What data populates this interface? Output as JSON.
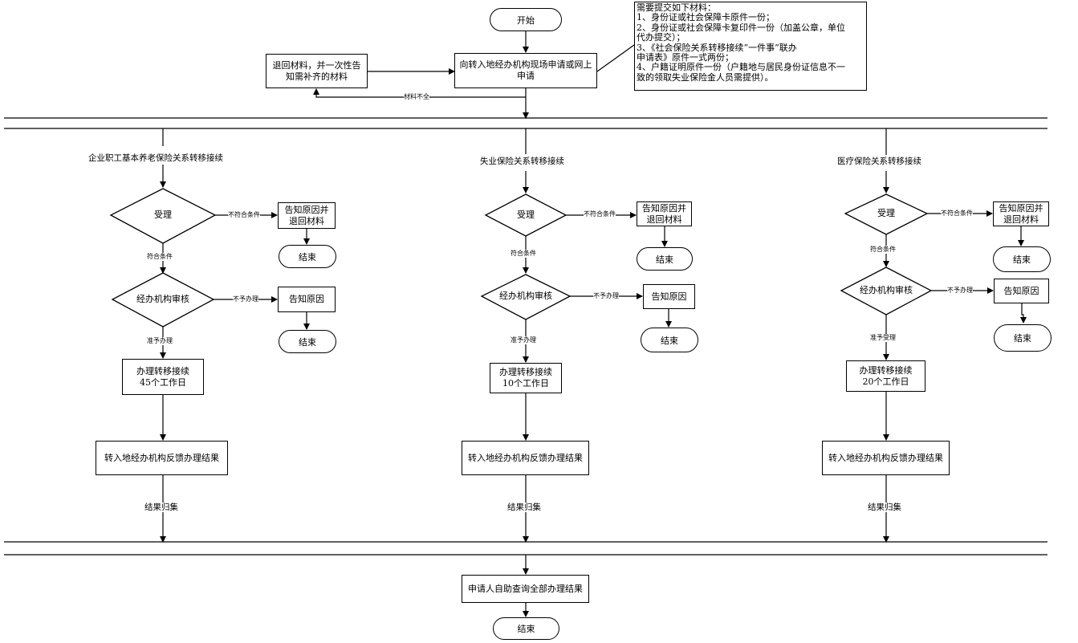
{
  "top": {
    "start": "开始",
    "apply": "向转入地经办机构现场申请或网上\n申请",
    "return_materials": "退回材料，并一次性告\n知需补齐的材料",
    "incomplete": "材料不全",
    "note_lines": [
      "需要提交如下材料：",
      "1、身份证或社会保障卡原件一份；",
      "2、身份证或社会保障卡复印件一份（加盖公章，单位",
      "代办提交）；",
      "3、《社会保险关系转移接续“一件事”联办",
      "申请表》原件一式两份；",
      "4、户籍证明原件一份（户籍地与居民身份证信息不一",
      "致的领取失业保险金人员需提供）。"
    ]
  },
  "columns": [
    {
      "title": "企业职工基本养老保险关系转移接续",
      "accept": "受理",
      "not_meet": "不符合条件",
      "notify_return": "告知原因并\n退回材料",
      "end1": "结束",
      "meet": "符合条件",
      "review": "经办机构审核",
      "not_handle": "不予办理",
      "notify": "告知原因",
      "end2": "结束",
      "approve": "准予办理",
      "process": "办理转移接续\n45个工作日",
      "feedback": "转入地经办机构反馈办理结果",
      "collect": "结果归集"
    },
    {
      "title": "失业保险关系转移接续",
      "accept": "受理",
      "not_meet": "不符合条件",
      "notify_return": "告知原因并\n退回材料",
      "end1": "结束",
      "meet": "符合条件",
      "review": "经办机构审核",
      "not_handle": "不予办理",
      "notify": "告知原因",
      "end2": "结束",
      "approve": "准予办理",
      "process": "办理转移接续\n10个工作日",
      "feedback": "转入地经办机构反馈办理结果",
      "collect": "结果归集"
    },
    {
      "title": "医疗保险关系转移接续",
      "accept": "受理",
      "not_meet": "不符合条件",
      "notify_return": "告知原因并\n退回材料",
      "end1": "结束",
      "meet": "符合条件",
      "review": "经办机构审核",
      "not_handle": "不予办理",
      "notify": "告知原因",
      "end2": "结束",
      "approve": "准予受理",
      "process": "办理转移接续\n20个工作日",
      "feedback": "转入地经办机构反馈办理结果",
      "collect": "结果归集"
    }
  ],
  "bottom": {
    "query": "申请人自助查询全部办理结果",
    "end": "结束"
  }
}
